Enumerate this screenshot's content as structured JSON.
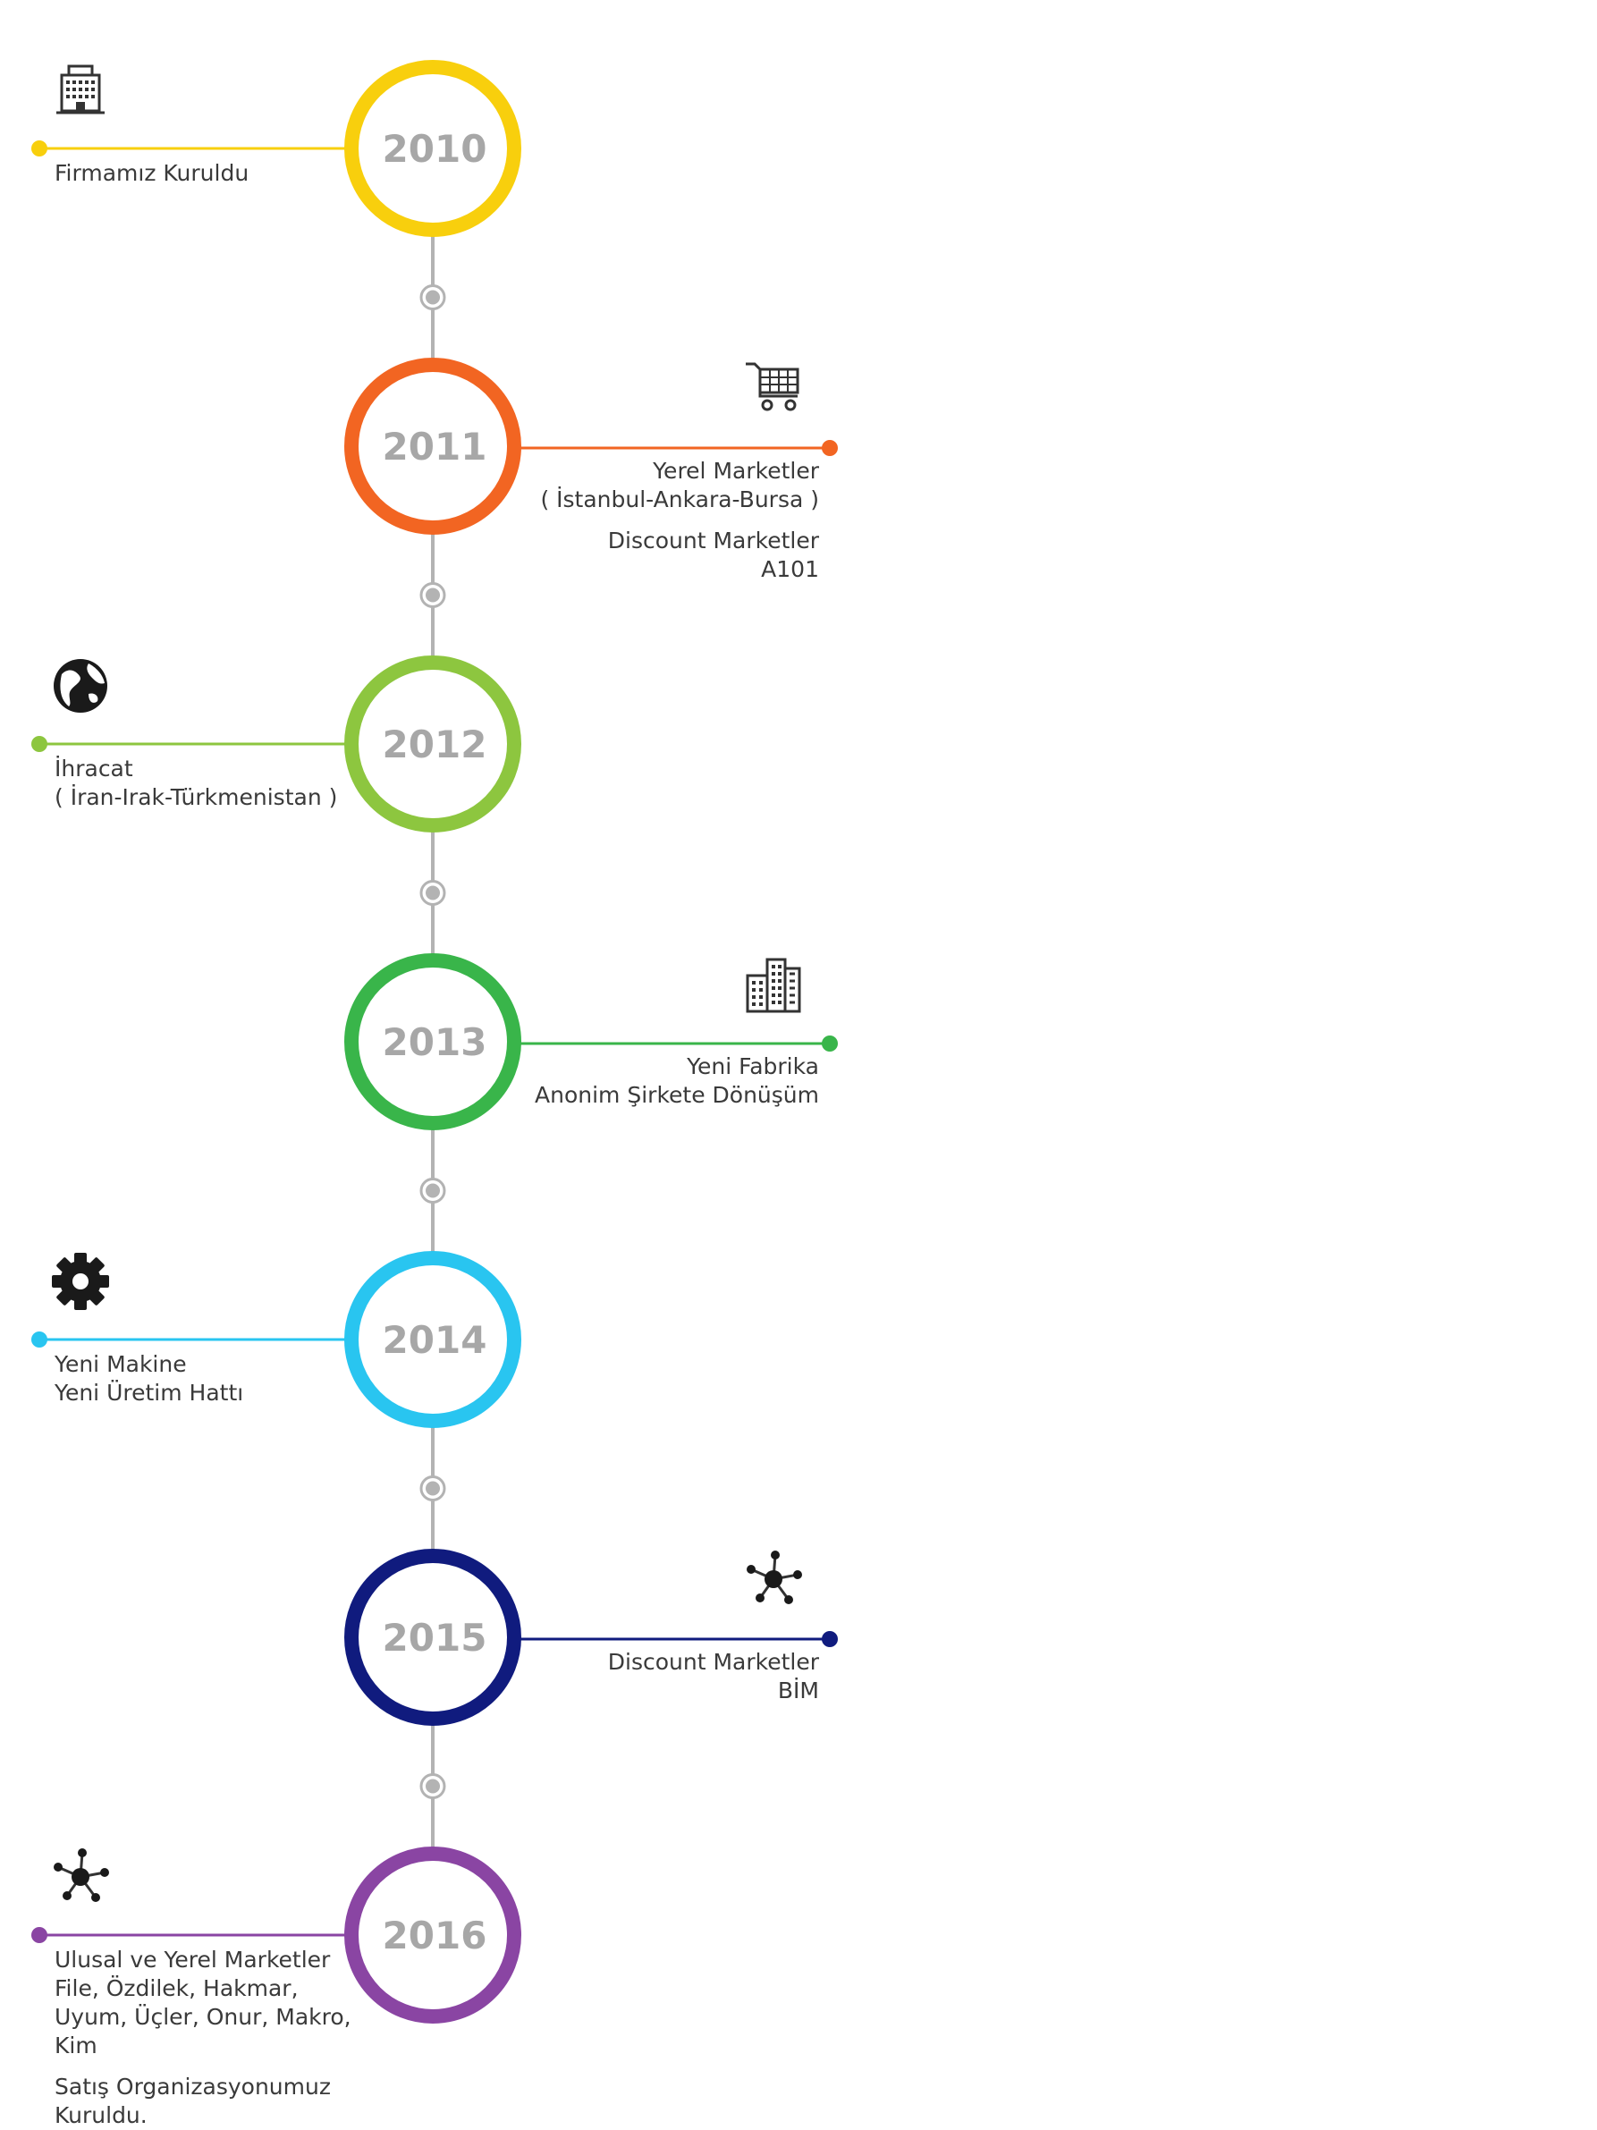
{
  "milestones": [
    {
      "year": "2010",
      "color": "#f8cf0d",
      "side": "left",
      "icon": "office-building-icon",
      "lines": [
        "Firmamız Kuruldu"
      ],
      "lines2": []
    },
    {
      "year": "2011",
      "color": "#f26522",
      "side": "right",
      "icon": "shopping-cart-icon",
      "lines": [
        "Yerel Marketler",
        "( İstanbul-Ankara-Bursa )"
      ],
      "lines2": [
        "Discount Marketler",
        "A101"
      ]
    },
    {
      "year": "2012",
      "color": "#8dc63f",
      "side": "left",
      "icon": "globe-icon",
      "lines": [
        "İhracat",
        "( İran-Irak-Türkmenistan )"
      ],
      "lines2": []
    },
    {
      "year": "2013",
      "color": "#39b54a",
      "side": "right",
      "icon": "factory-buildings-icon",
      "lines": [
        "Yeni Fabrika",
        "Anonim Şirkete Dönüşüm"
      ],
      "lines2": []
    },
    {
      "year": "2014",
      "color": "#29c5f0",
      "side": "left",
      "icon": "gear-icon",
      "lines": [
        "Yeni Makine",
        "Yeni Üretim Hattı"
      ],
      "lines2": []
    },
    {
      "year": "2015",
      "color": "#101b7e",
      "side": "right",
      "icon": "network-icon",
      "lines": [
        "Discount Marketler",
        "BİM"
      ],
      "lines2": []
    },
    {
      "year": "2016",
      "color": "#8a45a3",
      "side": "left",
      "icon": "network-icon",
      "lines": [
        "Ulusal ve Yerel Marketler",
        "File, Özdilek, Hakmar,",
        "Uyum, Üçler, Onur, Makro,",
        "Kim"
      ],
      "lines2": [
        "Satış Organizasyonumuz",
        "Kuruldu."
      ]
    }
  ],
  "colors": {
    "connector": "#b3b3b3",
    "text": "#3a3a3a",
    "year_text": "#a7a7a7"
  }
}
